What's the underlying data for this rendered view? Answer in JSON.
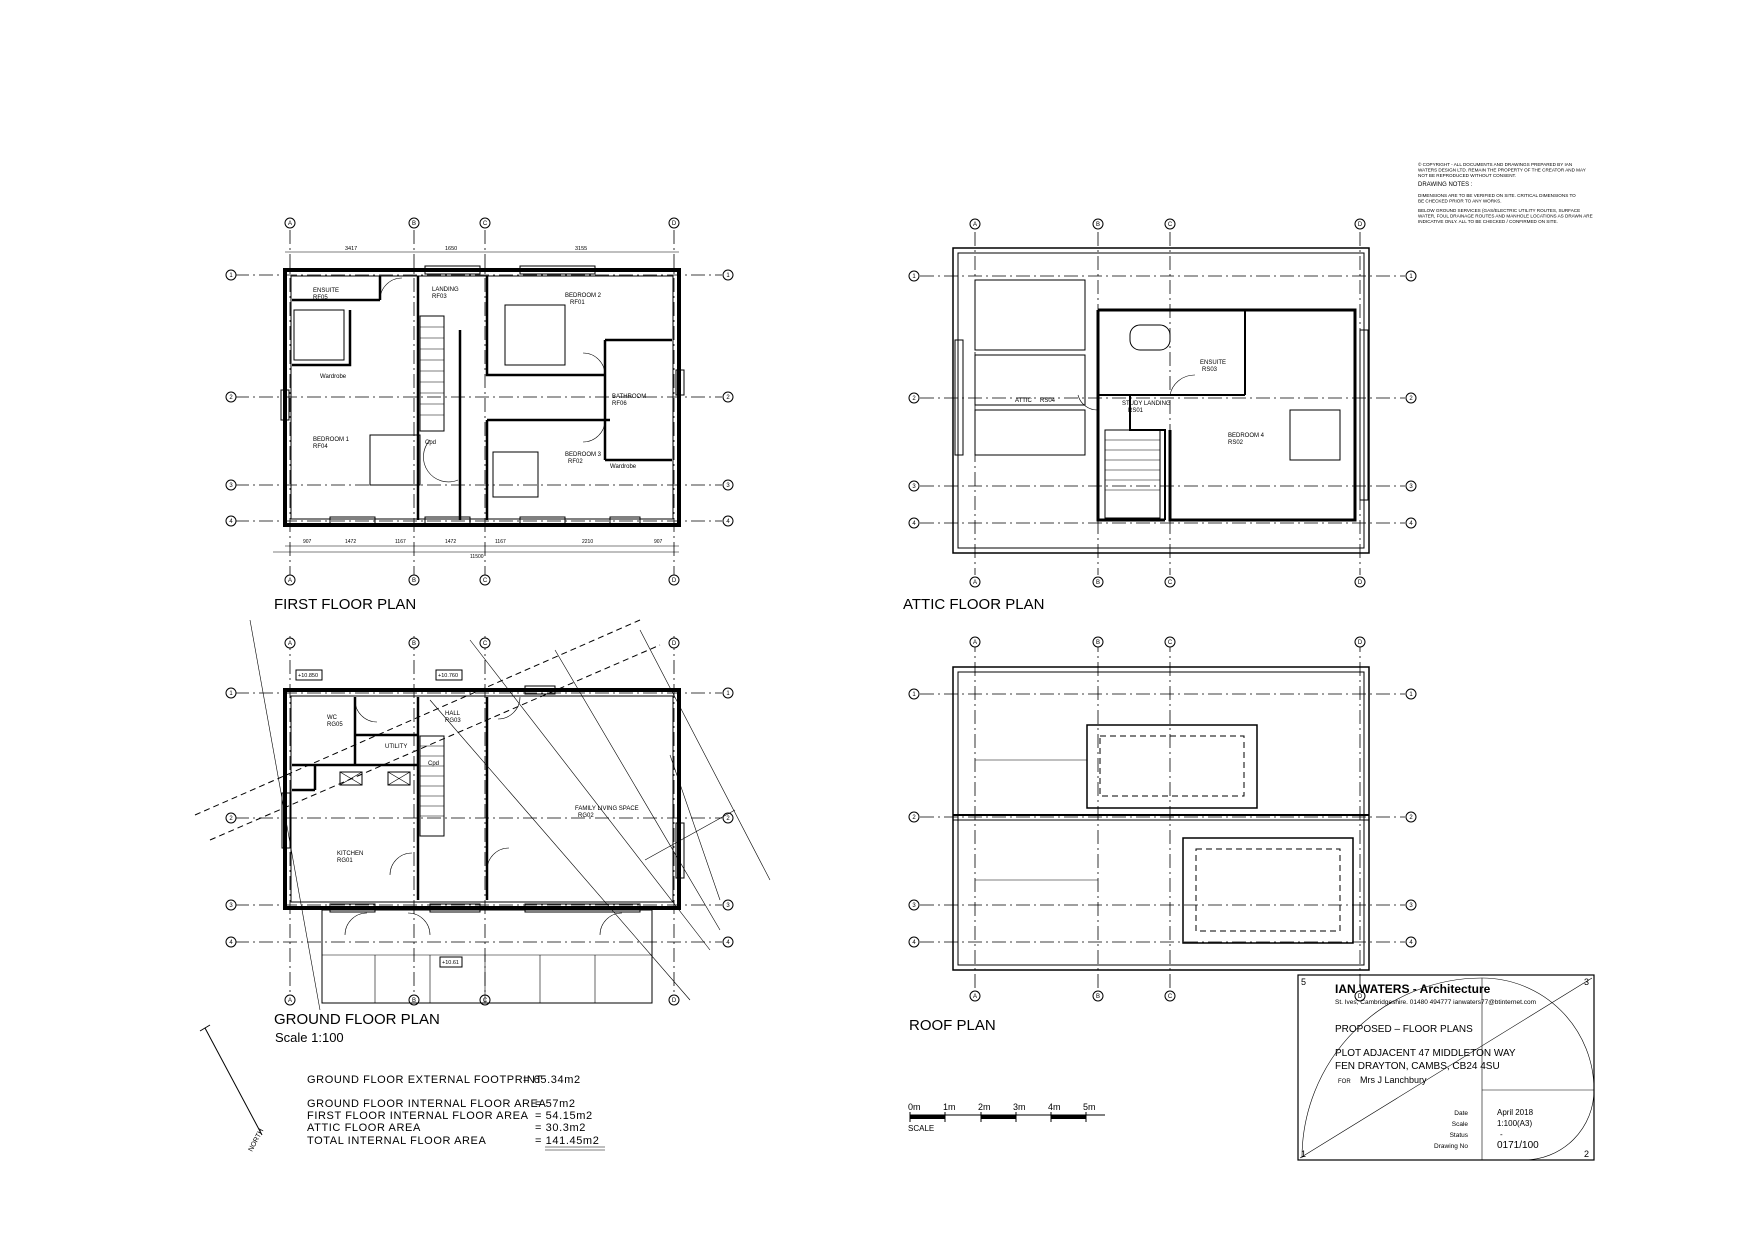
{
  "notes": {
    "copyright": "© COPYRIGHT - ALL DOCUMENTS AND DRAWINGS PREPARED BY IAN WATERS DESIGN LTD. REMAIN THE PROPERTY OF THE CREATOR AND MAY NOT BE REPRODUCED WITHOUT CONSENT.",
    "heading": "DRAWING NOTES :",
    "dimensions": "DIMENSIONS ARE TO BE VERIFIED ON SITE. CRITICAL DIMENSIONS TO BE CHECKED PRIOR TO ANY WORKS.",
    "services": "BELOW GROUND SERVICES (GAS/ELECTRIC UTILITY ROUTES, SURFACE WATER, FOUL DRAINAGE ROUTES AND MANHOLE LOCATIONS AS DRAWN ARE INDICATIVE ONLY. ALL TO BE CHECKED / CONFIRMED ON SITE."
  },
  "plans": {
    "first_floor": "FIRST FLOOR PLAN",
    "attic_floor": "ATTIC FLOOR PLAN",
    "ground_floor": "GROUND FLOOR PLAN",
    "ground_scale": "Scale 1:100",
    "roof": "ROOF PLAN"
  },
  "grid_labels": {
    "columns": [
      "A",
      "B",
      "C",
      "D"
    ],
    "rows": [
      "1",
      "2",
      "3",
      "4"
    ]
  },
  "rooms": {
    "first_floor": [
      {
        "name": "ENSUITE",
        "code": "RF05"
      },
      {
        "name": "LANDING",
        "code": "RF03"
      },
      {
        "name": "BEDROOM 2",
        "code": "RF01"
      },
      {
        "name": "Wardrobe",
        "code": ""
      },
      {
        "name": "BATHROOM",
        "code": "RF06"
      },
      {
        "name": "BEDROOM 1",
        "code": "RF04"
      },
      {
        "name": "BEDROOM 3",
        "code": "RF02"
      },
      {
        "name": "Wardrobe",
        "code": ""
      },
      {
        "name": "Cpd",
        "code": ""
      }
    ],
    "attic_floor": [
      {
        "name": "ENSUITE",
        "code": "RS03"
      },
      {
        "name": "ATTIC",
        "code": "RS04"
      },
      {
        "name": "STUDY LANDING",
        "code": "RS01"
      },
      {
        "name": "BEDROOM 4",
        "code": "RS02"
      }
    ],
    "ground_floor": [
      {
        "name": "WC",
        "code": "RG05"
      },
      {
        "name": "HALL",
        "code": "RG03"
      },
      {
        "name": "UTILITY",
        "code": ""
      },
      {
        "name": "KITCHEN",
        "code": "RG01"
      },
      {
        "name": "FAMILY LIVING SPACE",
        "code": "RG02"
      },
      {
        "name": "Cpd",
        "code": ""
      }
    ]
  },
  "first_floor_dims": {
    "top": [
      "3417",
      "1650",
      "3155"
    ],
    "bottom": [
      "907",
      "1472",
      "1167",
      "1472",
      "1167",
      "2210",
      "907"
    ],
    "overall": "11500"
  },
  "ground_levels": [
    "+10.850",
    "+10.760",
    "+10.61"
  ],
  "areas": [
    {
      "label": "GROUND FLOOR EXTERNAL FOOTPRINT",
      "value": "= 65.34m2"
    },
    {
      "label": "GROUND FLOOR INTERNAL FLOOR AREA",
      "value": "= 57m2"
    },
    {
      "label": "FIRST FLOOR INTERNAL FLOOR AREA",
      "value": "= 54.15m2"
    },
    {
      "label": "ATTIC FLOOR AREA",
      "value": "= 30.3m2"
    },
    {
      "label": "TOTAL INTERNAL FLOOR AREA",
      "value": "= 141.45m2"
    }
  ],
  "north": "NORTH",
  "scale_bar": {
    "ticks": [
      "0m",
      "1m",
      "2m",
      "3m",
      "4m",
      "5m"
    ],
    "label": "SCALE"
  },
  "title_block": {
    "firm": "IAN  WATERS - Architecture",
    "address": "St. Ives, Cambridgeshire.     01480 494777     ianwaters77@btinternet.com",
    "drawing_title": "PROPOSED  –  FLOOR  PLANS",
    "site_line1": "PLOT ADJACENT 47  MIDDLETON WAY",
    "site_line2": "FEN DRAYTON,  CAMBS,  CB24 4SU",
    "for_label": "FOR",
    "client": "Mrs J Lanchbury",
    "date_label": "Date",
    "date": "April 2018",
    "scale_label": "Scale",
    "scale": "1:100(A3)",
    "status_label": "Status",
    "status": "-",
    "drawing_no_label": "Drawing No",
    "drawing_no": "0171/100",
    "corner_numbers": [
      "5",
      "3",
      "1",
      "2"
    ]
  }
}
